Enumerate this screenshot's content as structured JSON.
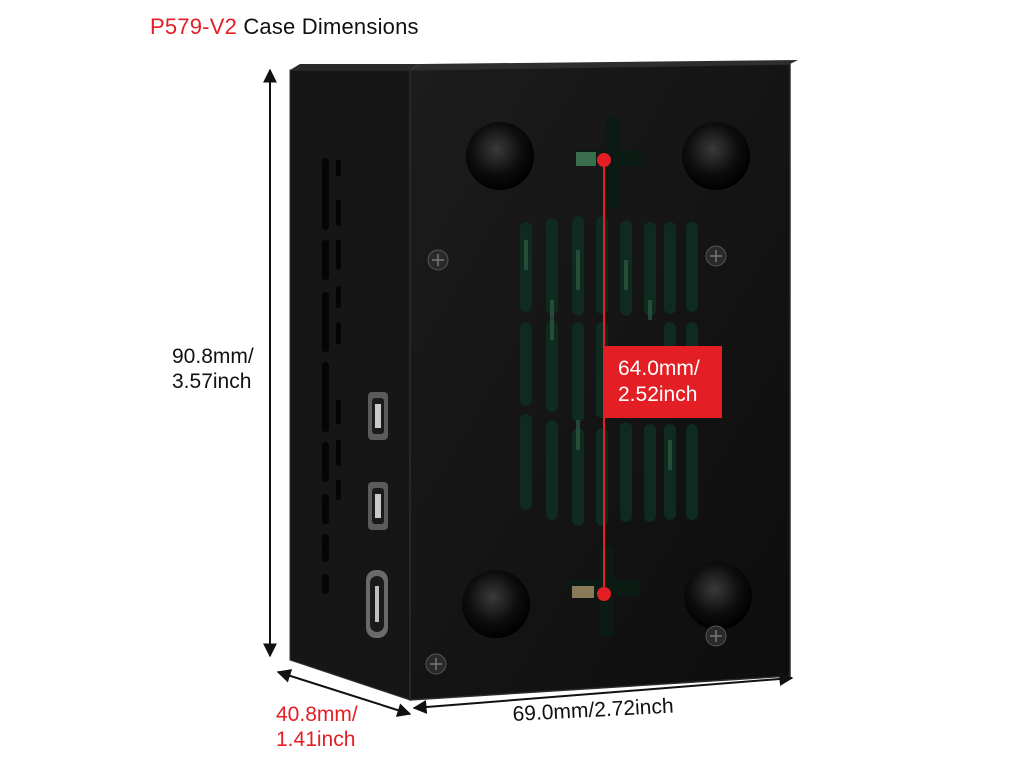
{
  "title": {
    "model": "P579-V2",
    "rest": " Case Dimensions"
  },
  "dimensions": {
    "height": {
      "line1": "90.8mm/",
      "line2": "3.57inch"
    },
    "hole_spacing": {
      "line1": "64.0mm/",
      "line2": "2.52inch"
    },
    "depth": {
      "line1": "40.8mm/",
      "line2": "1.41inch"
    },
    "width": {
      "text": "69.0mm/2.72inch"
    }
  },
  "colors": {
    "accent": "#e31e24",
    "case": "#141414",
    "background": "#ffffff"
  }
}
